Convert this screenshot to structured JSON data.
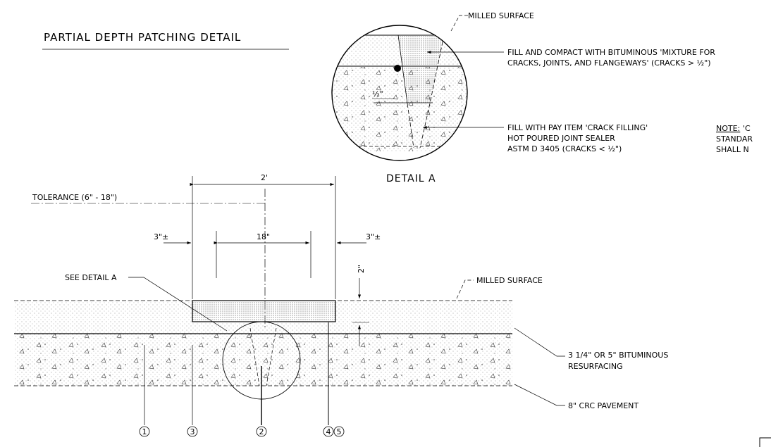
{
  "title": "PARTIAL DEPTH PATCHING DETAIL",
  "detail_caption": "DETAIL A",
  "detail_labels": {
    "milled_surface": "MILLED SURFACE",
    "fill_compact_line1": "FILL AND COMPACT WITH BITUMINOUS 'MIXTURE FOR",
    "fill_compact_line2": "CRACKS, JOINTS, AND FLANGEWAYS' (CRACKS > ½\")",
    "crack_fill_line1": "FILL WITH PAY ITEM 'CRACK FILLING'",
    "crack_fill_line2": "HOT POURED JOINT SEALER",
    "crack_fill_line3": "ASTM D 3405 (CRACKS < ½\")",
    "half_inch": "½\""
  },
  "note": {
    "label": "NOTE:",
    "line1_tail": "'C",
    "line2": "STANDAR",
    "line3": "SHALL N"
  },
  "dimensions": {
    "width_2ft": "2'",
    "tolerance": "TOLERANCE  (6\"  -  18\")",
    "left_3in": "3\"±",
    "right_3in": "3\"±",
    "center_18in": "18\"",
    "depth_2in": "2\""
  },
  "section_labels": {
    "see_detail_a": "SEE DETAIL A",
    "milled_surface": "MILLED SURFACE",
    "resurfacing_line1": "3 1/4\" OR 5\" BITUMINOUS",
    "resurfacing_line2": "RESURFACING",
    "pavement": "8\" CRC PAVEMENT"
  },
  "callouts": [
    "1",
    "3",
    "2",
    "4",
    "5"
  ]
}
